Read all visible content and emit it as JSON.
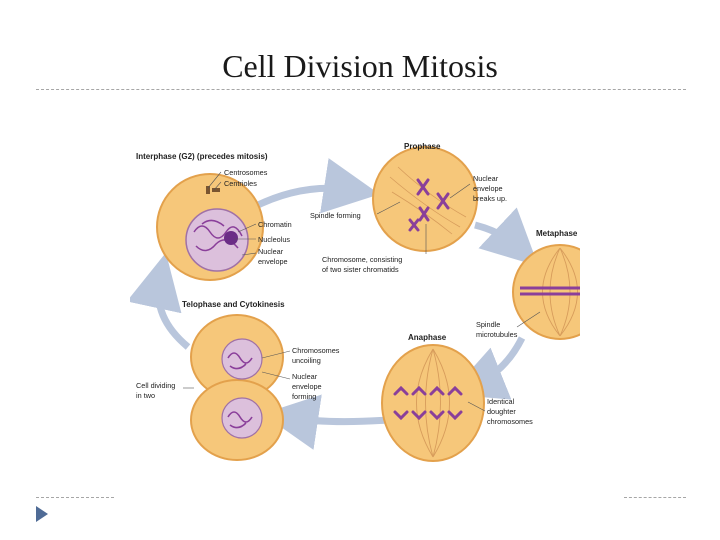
{
  "slide": {
    "title": "Cell Division Mitosis"
  },
  "diagram": {
    "labels": {
      "interphase_heading": "Interphase (G2) (precedes mitosis)",
      "centrosomes": "Centrosomes",
      "centrioles": "Centrioles",
      "chromatin": "Chromatin",
      "nucleolus": "Nucleolus",
      "nuclear_envelope_1": "Nuclear",
      "nuclear_envelope_2": "envelope",
      "prophase_heading": "Prophase",
      "nuclear_breaks_1": "Nuclear",
      "nuclear_breaks_2": "envelope",
      "nuclear_breaks_3": "breaks up.",
      "spindle_forming": "Spindle forming",
      "chromosome_1": "Chromosome, consisting",
      "chromosome_2": "of two sister chromatids",
      "metaphase_heading": "Metaphase",
      "telophase_heading": "Telophase and Cytokinesis",
      "spindle_microtubules_1": "Spindle",
      "spindle_microtubules_2": "microtubules",
      "anaphase_heading": "Anaphase",
      "uncoiling_1": "Chromosomes",
      "uncoiling_2": "uncoiling",
      "envelope_forming_1": "Nuclear",
      "envelope_forming_2": "envelope",
      "envelope_forming_3": "forming",
      "cell_dividing_1": "Cell dividing",
      "cell_dividing_2": "in two",
      "identical_1": "Identical",
      "identical_2": "doughter",
      "identical_3": "chromosomes"
    }
  },
  "colors": {
    "cell_fill": "#f6c77a",
    "cell_stroke": "#e3a14c",
    "nucleus_fill": "#dcc0dc",
    "chromosome": "#8a3f9a",
    "arrow": "#b9c6dc",
    "nav_arrow": "#4f6b96"
  }
}
